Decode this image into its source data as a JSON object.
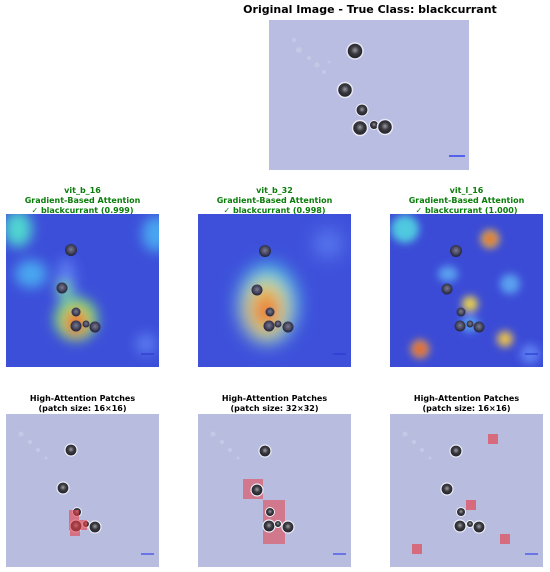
{
  "figure": {
    "main_title": "Original Image - True Class: blackcurrant"
  },
  "attention": [
    {
      "model": "vit_b_16",
      "method": "Gradient-Based Attention",
      "prediction": "✓ blackcurrant (0.999)"
    },
    {
      "model": "vit_b_32",
      "method": "Gradient-Based Attention",
      "prediction": "✓ blackcurrant (0.998)"
    },
    {
      "model": "vit_l_16",
      "method": "Gradient-Based Attention",
      "prediction": "✓ blackcurrant (1.000)"
    }
  ],
  "patches": [
    {
      "title": "High-Attention Patches",
      "size": "(patch size: 16×16)"
    },
    {
      "title": "High-Attention Patches",
      "size": "(patch size: 32×32)"
    },
    {
      "title": "High-Attention Patches",
      "size": "(patch size: 16×16)"
    }
  ],
  "colors": {
    "micrograph_bg": "#b8bde0",
    "prediction_text": "#0a7d0a",
    "highlight": "#e8404a"
  }
}
